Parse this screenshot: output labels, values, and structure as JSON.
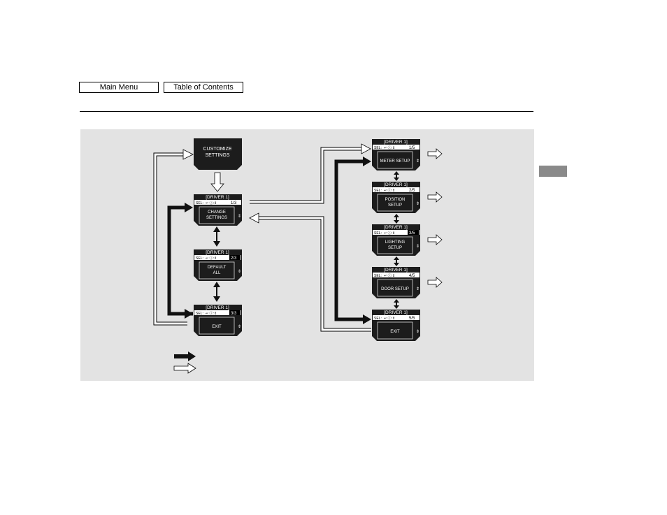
{
  "nav": {
    "main_menu": "Main Menu",
    "toc": "Table of Contents"
  },
  "customize": {
    "line1": "CUSTOMIZE",
    "line2": "SETTINGS"
  },
  "screens": {
    "header": "[DRIVER 1]",
    "sel_label": "SEL:",
    "left": [
      {
        "counter": "1/3",
        "line1": "CHANGE",
        "line2": "SETTINGS"
      },
      {
        "counter": "2/3",
        "line1": "DEFAULT",
        "line2": "ALL"
      },
      {
        "counter": "3/3",
        "line1": "EXIT",
        "line2": ""
      }
    ],
    "right": [
      {
        "counter": "1/5",
        "line1": "METER SETUP",
        "line2": ""
      },
      {
        "counter": "2/5",
        "line1": "POSITION",
        "line2": "SETUP"
      },
      {
        "counter": "3/5",
        "line1": "LIGHTING",
        "line2": "SETUP"
      },
      {
        "counter": "4/5",
        "line1": "DOOR SETUP",
        "line2": ""
      },
      {
        "counter": "5/5",
        "line1": "EXIT",
        "line2": ""
      }
    ]
  },
  "colors": {
    "panel": "#e3e3e3",
    "screen": "#1c1c1c",
    "arrow_dark": "#111111",
    "arrow_open_fill": "#ffffff",
    "side_tab": "#8a8a8a"
  }
}
